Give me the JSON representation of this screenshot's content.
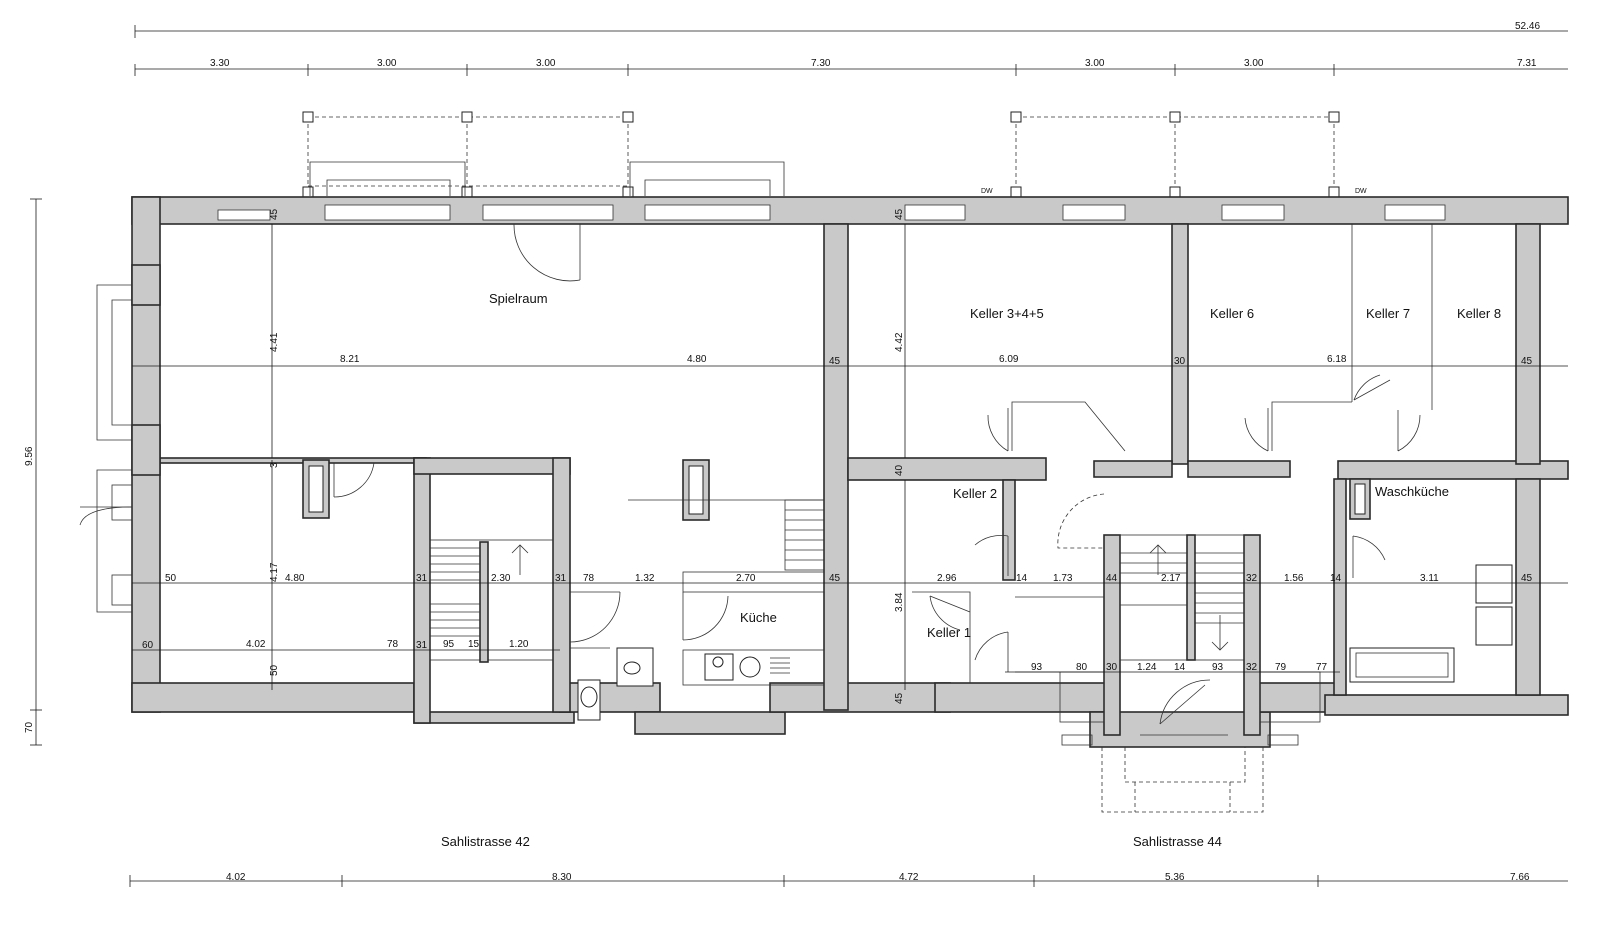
{
  "rooms": {
    "spielraum": "Spielraum",
    "keller345": "Keller 3+4+5",
    "keller6": "Keller 6",
    "keller7": "Keller 7",
    "keller8": "Keller 8",
    "keller2": "Keller 2",
    "keller1": "Keller 1",
    "kueche": "Küche",
    "waschkueche": "Waschküche"
  },
  "streets": {
    "s42": "Sahlistrasse 42",
    "s44": "Sahlistrasse 44"
  },
  "window_tags": {
    "dw1": "DW",
    "dw2": "DW"
  },
  "dimensions": {
    "overall": "52.46",
    "top": [
      "3.30",
      "3.00",
      "3.00",
      "7.30",
      "3.00",
      "3.00",
      "7.31"
    ],
    "bottom": [
      "4.02",
      "8.30",
      "4.72",
      "5.36",
      "7.66"
    ],
    "left_height": "9.56",
    "left_small": "70",
    "spielraum_height": "4.41",
    "keller345_height": "4.42",
    "keller1_height": "3.84",
    "mid_left_height": "4.17",
    "row1": [
      "8.21",
      "4.80",
      "45",
      "6.09",
      "30",
      "6.18",
      "45"
    ],
    "row2": [
      "50",
      "4.80",
      "31",
      "2.30",
      "31",
      "78",
      "1.32",
      "2.70",
      "45",
      "2.96",
      "14",
      "1.73",
      "44",
      "2.17",
      "32",
      "1.56",
      "14",
      "3.11",
      "45"
    ],
    "row3": [
      "60",
      "4.02",
      "78",
      "31",
      "95",
      "15",
      "1.20"
    ],
    "row4": [
      "93",
      "80",
      "30",
      "1.24",
      "14",
      "93",
      "32",
      "79",
      "77"
    ],
    "misc": [
      "45",
      "45",
      "40",
      "3",
      "50",
      "45"
    ]
  }
}
